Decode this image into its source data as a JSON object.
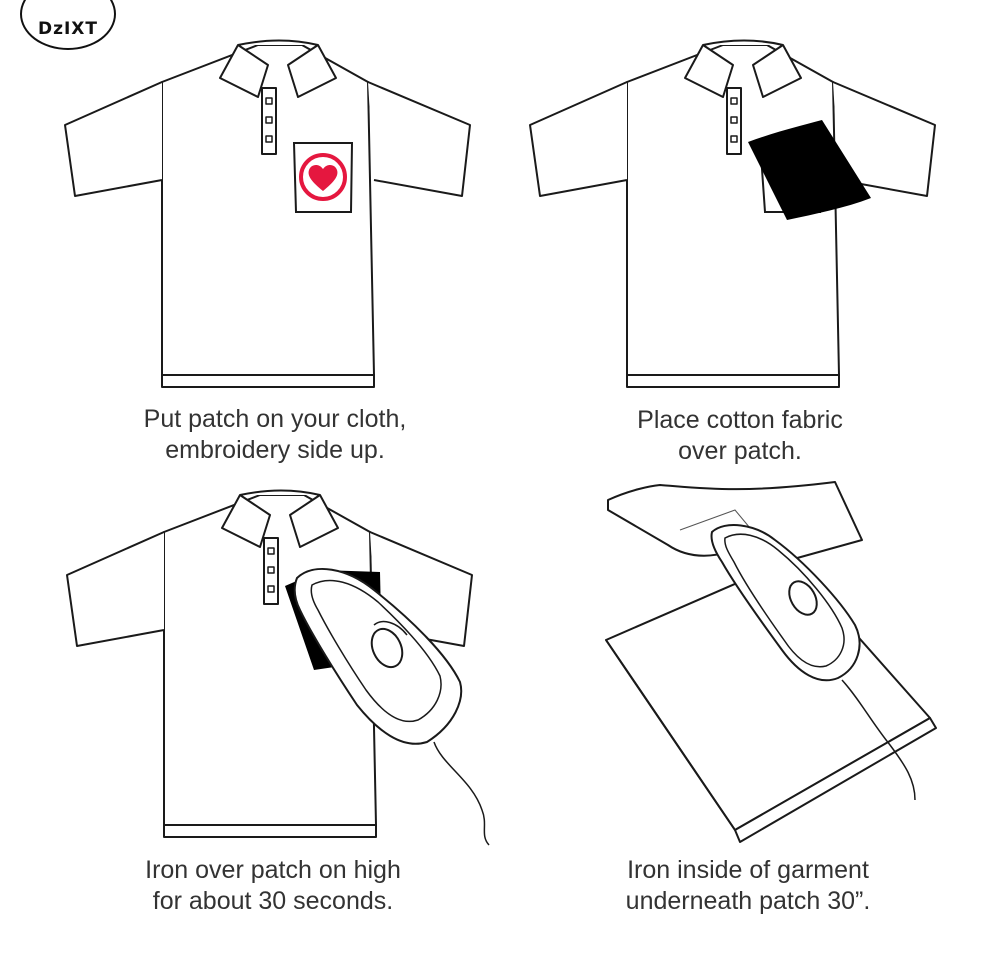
{
  "logo": {
    "text": "DzIXT"
  },
  "steps": [
    {
      "line1": "Put patch on your cloth,",
      "line2": "embroidery side up."
    },
    {
      "line1": "Place cotton fabric",
      "line2": "over patch."
    },
    {
      "line1": "Iron over patch on high",
      "line2": "for about 30 seconds."
    },
    {
      "line1": "Iron inside of garment",
      "line2": "underneath patch 30”."
    }
  ],
  "colors": {
    "outline": "#1a1a1a",
    "patch_heart": "#e5173f",
    "fabric": "#000000"
  },
  "icons": [
    "polo-shirt-icon",
    "heart-patch-icon",
    "cotton-fabric-icon",
    "iron-icon",
    "power-cord-icon"
  ]
}
